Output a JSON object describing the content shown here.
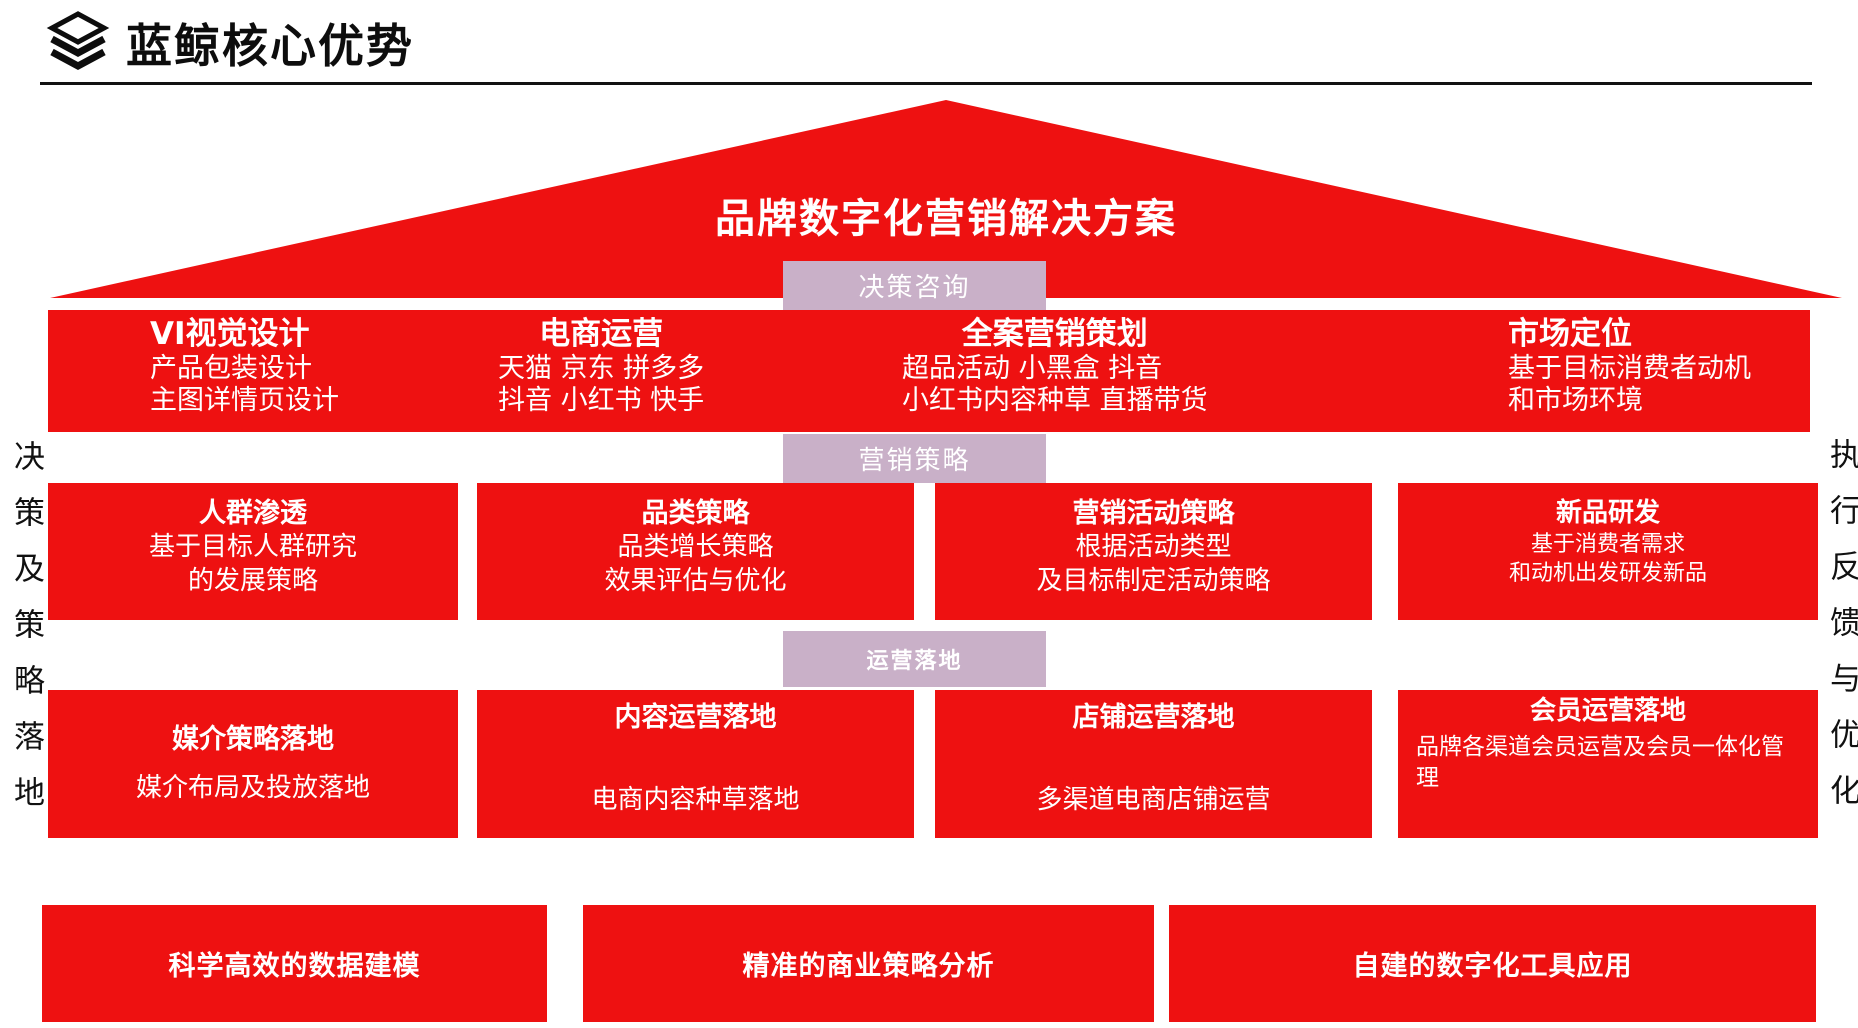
{
  "colors": {
    "red": "#ee1111",
    "badge_purple": "#c9b0c8",
    "text_light": "#ffffff",
    "text_dark": "#0d0d0d"
  },
  "header": {
    "title": "蓝鲸核心优势",
    "logo_icon": "layers-icon"
  },
  "pyramid": {
    "title": "品牌数字化营销解决方案"
  },
  "badges": {
    "b1": "决策咨询",
    "b2": "营销策略",
    "b3": "运营落地"
  },
  "side_labels": {
    "left": "决策及策略落地",
    "right": "执行反馈与优化"
  },
  "tier1": {
    "columns": [
      {
        "title": "VI视觉设计",
        "lines": [
          "产品包装设计",
          "主图详情页设计"
        ]
      },
      {
        "title": "电商运营",
        "lines": [
          "天猫 京东 拼多多",
          "抖音 小红书 快手"
        ]
      },
      {
        "title": "全案营销策划",
        "lines": [
          "超品活动 小黑盒 抖音",
          "小红书内容种草 直播带货"
        ]
      },
      {
        "title": "市场定位",
        "lines": [
          "基于目标消费者动机",
          "和市场环境"
        ]
      }
    ]
  },
  "tier2": {
    "boxes": [
      {
        "title": "人群渗透",
        "lines": [
          "基于目标人群研究",
          "的发展策略"
        ]
      },
      {
        "title": "品类策略",
        "lines": [
          "品类增长策略",
          "效果评估与优化"
        ]
      },
      {
        "title": "营销活动策略",
        "lines": [
          "根据活动类型",
          "及目标制定活动策略"
        ]
      },
      {
        "title": "新品研发",
        "lines": [
          "基于消费者需求",
          "和动机出发研发新品"
        ]
      }
    ]
  },
  "tier3": {
    "boxes": [
      {
        "title": "媒介策略落地",
        "body": "媒介布局及投放落地"
      },
      {
        "title": "内容运营落地",
        "body": "电商内容种草落地"
      },
      {
        "title": "店铺运营落地",
        "body": "多渠道电商店铺运营"
      },
      {
        "title": "会员运营落地",
        "body": "品牌各渠道会员运营及会员一体化管理"
      }
    ]
  },
  "footer": {
    "boxes": [
      {
        "label": "科学高效的数据建模"
      },
      {
        "label": "精准的商业策略分析"
      },
      {
        "label": "自建的数字化工具应用"
      }
    ]
  }
}
